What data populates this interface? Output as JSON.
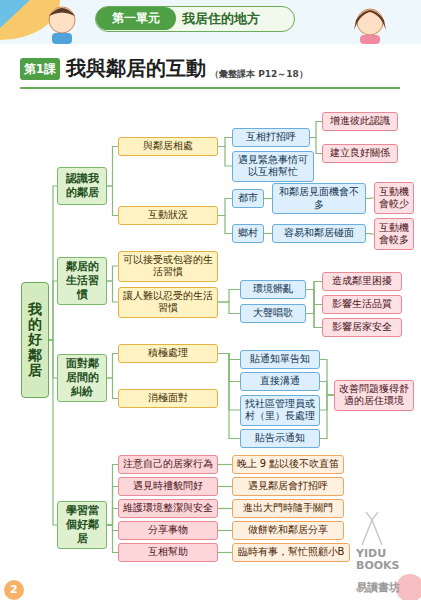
{
  "diagram": {
    "title": "我與鄰居的互動",
    "nodes": [
      {
        "text": [
          "我居住的地方"
        ]
      },
      {
        "text": [
          "第一單元"
        ],
        "in": 0
      },
      {
        "text": [
          "第1課"
        ]
      },
      {
        "text": [
          "我的好鄰居"
        ]
      },
      {
        "text": [
          "認識我的鄰居"
        ]
      },
      {
        "text": [
          "與鄰居相處"
        ]
      },
      {
        "text": [
          "互相打招呼"
        ]
      },
      {
        "text": [
          "增進彼此認識"
        ]
      },
      {
        "text": [
          "建立良好關係"
        ]
      },
      {
        "text": [
          "遇見緊急事情可以互相幫忙"
        ]
      },
      {
        "text": [
          "互動狀況"
        ]
      },
      {
        "text": [
          "都市"
        ]
      },
      {
        "text": [
          "和鄰居見面機會不多"
        ]
      },
      {
        "text": [
          "互動機會較少"
        ]
      },
      {
        "text": [
          "鄉村"
        ]
      },
      {
        "text": [
          "容易和鄰居碰面"
        ]
      },
      {
        "text": [
          "互動機會較多"
        ]
      },
      {
        "text": [
          "鄰居的生活習慣"
        ]
      },
      {
        "text": [
          "可以接受或包容的生活習慣"
        ]
      },
      {
        "text": [
          "讓人難以忍受的生活習慣"
        ]
      },
      {
        "text": [
          "環境髒亂"
        ]
      },
      {
        "text": [
          "大聲唱歌"
        ]
      },
      {
        "text": [
          "造成鄰里困擾"
        ]
      },
      {
        "text": [
          "影響生活品質"
        ]
      },
      {
        "text": [
          "影響居家安全"
        ]
      },
      {
        "text": [
          "面對鄰居間的糾紛"
        ]
      },
      {
        "text": [
          "積極處理"
        ]
      },
      {
        "text": [
          "貼通知單告知"
        ]
      },
      {
        "text": [
          "直接溝通"
        ]
      },
      {
        "text": [
          "找社區管理員或村（里）長處理"
        ]
      },
      {
        "text": [
          "貼告示通知"
        ]
      },
      {
        "text": [
          "改善問題獲得舒適的居住環境"
        ]
      },
      {
        "text": [
          "消極面對"
        ]
      },
      {
        "text": [
          "學習當個好鄰居"
        ]
      },
      {
        "text": [
          "注意自己的居家行為"
        ]
      },
      {
        "text": [
          "晚上 9 點以後不吹直笛"
        ]
      },
      {
        "text": [
          "遇見時禮貌問好"
        ]
      },
      {
        "text": [
          "遇見鄰居會打招呼"
        ]
      },
      {
        "text": [
          "維護環境整潔與安全"
        ]
      },
      {
        "text": [
          "進出大門時隨手關門"
        ]
      },
      {
        "text": [
          "分享事物"
        ]
      },
      {
        "text": [
          "做餅乾和鄰居分享"
        ]
      },
      {
        "text": [
          "互相幫助"
        ]
      },
      {
        "text": [
          "臨時有事，幫忙照顧小B"
        ]
      }
    ],
    "edges": [
      {
        "from": 3,
        "to": 4,
        "arrow": "none"
      },
      {
        "from": 3,
        "to": 17,
        "arrow": "none"
      },
      {
        "from": 3,
        "to": 25,
        "arrow": "none"
      },
      {
        "from": 3,
        "to": 33,
        "arrow": "none"
      },
      {
        "from": 4,
        "to": 5,
        "arrow": "none"
      },
      {
        "from": 4,
        "to": 10,
        "arrow": "none"
      },
      {
        "from": 5,
        "to": 6,
        "arrow": "none"
      },
      {
        "from": 5,
        "to": 9,
        "arrow": "none"
      },
      {
        "from": 6,
        "to": 7,
        "arrow": "none"
      },
      {
        "from": 6,
        "to": 8,
        "arrow": "none"
      },
      {
        "from": 10,
        "to": 11,
        "arrow": "none"
      },
      {
        "from": 10,
        "to": 14,
        "arrow": "none"
      },
      {
        "from": 11,
        "to": 12,
        "arrow": "none"
      },
      {
        "from": 12,
        "to": 13,
        "arrow": "none"
      },
      {
        "from": 14,
        "to": 15,
        "arrow": "none"
      },
      {
        "from": 15,
        "to": 16,
        "arrow": "none"
      },
      {
        "from": 17,
        "to": 18,
        "arrow": "none"
      },
      {
        "from": 17,
        "to": 19,
        "arrow": "none"
      },
      {
        "from": 19,
        "to": 20,
        "arrow": "none"
      },
      {
        "from": 19,
        "to": 21,
        "arrow": "none"
      },
      {
        "from": 20,
        "to": 22,
        "arrow": "none"
      },
      {
        "from": 20,
        "to": 23,
        "arrow": "none"
      },
      {
        "from": 20,
        "to": 24,
        "arrow": "none"
      },
      {
        "from": 21,
        "to": 22,
        "arrow": "none"
      },
      {
        "from": 21,
        "to": 23,
        "arrow": "none"
      },
      {
        "from": 21,
        "to": 24,
        "arrow": "none"
      },
      {
        "from": 25,
        "to": 26,
        "arrow": "none"
      },
      {
        "from": 25,
        "to": 32,
        "arrow": "none"
      },
      {
        "from": 26,
        "to": 27,
        "arrow": "none"
      },
      {
        "from": 26,
        "to": 28,
        "arrow": "none"
      },
      {
        "from": 26,
        "to": 29,
        "arrow": "none"
      },
      {
        "from": 26,
        "to": 30,
        "arrow": "none"
      },
      {
        "from": 27,
        "to": 31,
        "arrow": "none"
      },
      {
        "from": 28,
        "to": 31,
        "arrow": "none"
      },
      {
        "from": 29,
        "to": 31,
        "arrow": "none"
      },
      {
        "from": 30,
        "to": 31,
        "arrow": "none"
      },
      {
        "from": 33,
        "to": 34,
        "arrow": "none"
      },
      {
        "from": 33,
        "to": 36,
        "arrow": "none"
      },
      {
        "from": 33,
        "to": 38,
        "arrow": "none"
      },
      {
        "from": 33,
        "to": 40,
        "arrow": "none"
      },
      {
        "from": 33,
        "to": 42,
        "arrow": "none"
      },
      {
        "from": 34,
        "to": 35,
        "arrow": "none"
      },
      {
        "from": 36,
        "to": 37,
        "arrow": "none"
      },
      {
        "from": 38,
        "to": 39,
        "arrow": "none"
      },
      {
        "from": 40,
        "to": 41,
        "arrow": "none"
      },
      {
        "from": 42,
        "to": 43,
        "arrow": "none"
      }
    ],
    "labels": [
      "（彙整課本 P12～18）",
      "2",
      "YIDU BOOKS",
      "易讀書坊"
    ]
  }
}
